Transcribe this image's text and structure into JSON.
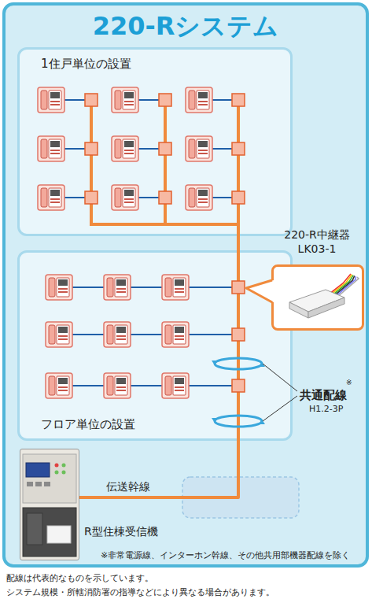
{
  "diagram": {
    "nodes": [
      {
        "text": [
          "220-Rシステム"
        ]
      },
      {
        "text": [
          "1住戸単位の設置"
        ],
        "in": 0
      },
      {
        "text": [
          "フロア単位の設置"
        ],
        "in": 0
      },
      {
        "text": [
          "220-R中継器 LK03-1"
        ],
        "in": 0
      },
      {
        "text": [
          "R型住棟受信機"
        ],
        "in": 0
      }
    ],
    "edges": [
      {
        "from": 4,
        "to": 2,
        "label": "伝送幹線",
        "arrow": "none"
      },
      {
        "from": 2,
        "to": 1,
        "arrow": "none"
      }
    ],
    "labels": [
      "※",
      "共通配線",
      "H1.2-3P",
      "※非常電源線、インターホン幹線、その他共用部機器配線を除く",
      "配線は代表的なものを示しています。",
      "システム規模・所轄消防署の指導などにより異なる場合があります。"
    ]
  }
}
